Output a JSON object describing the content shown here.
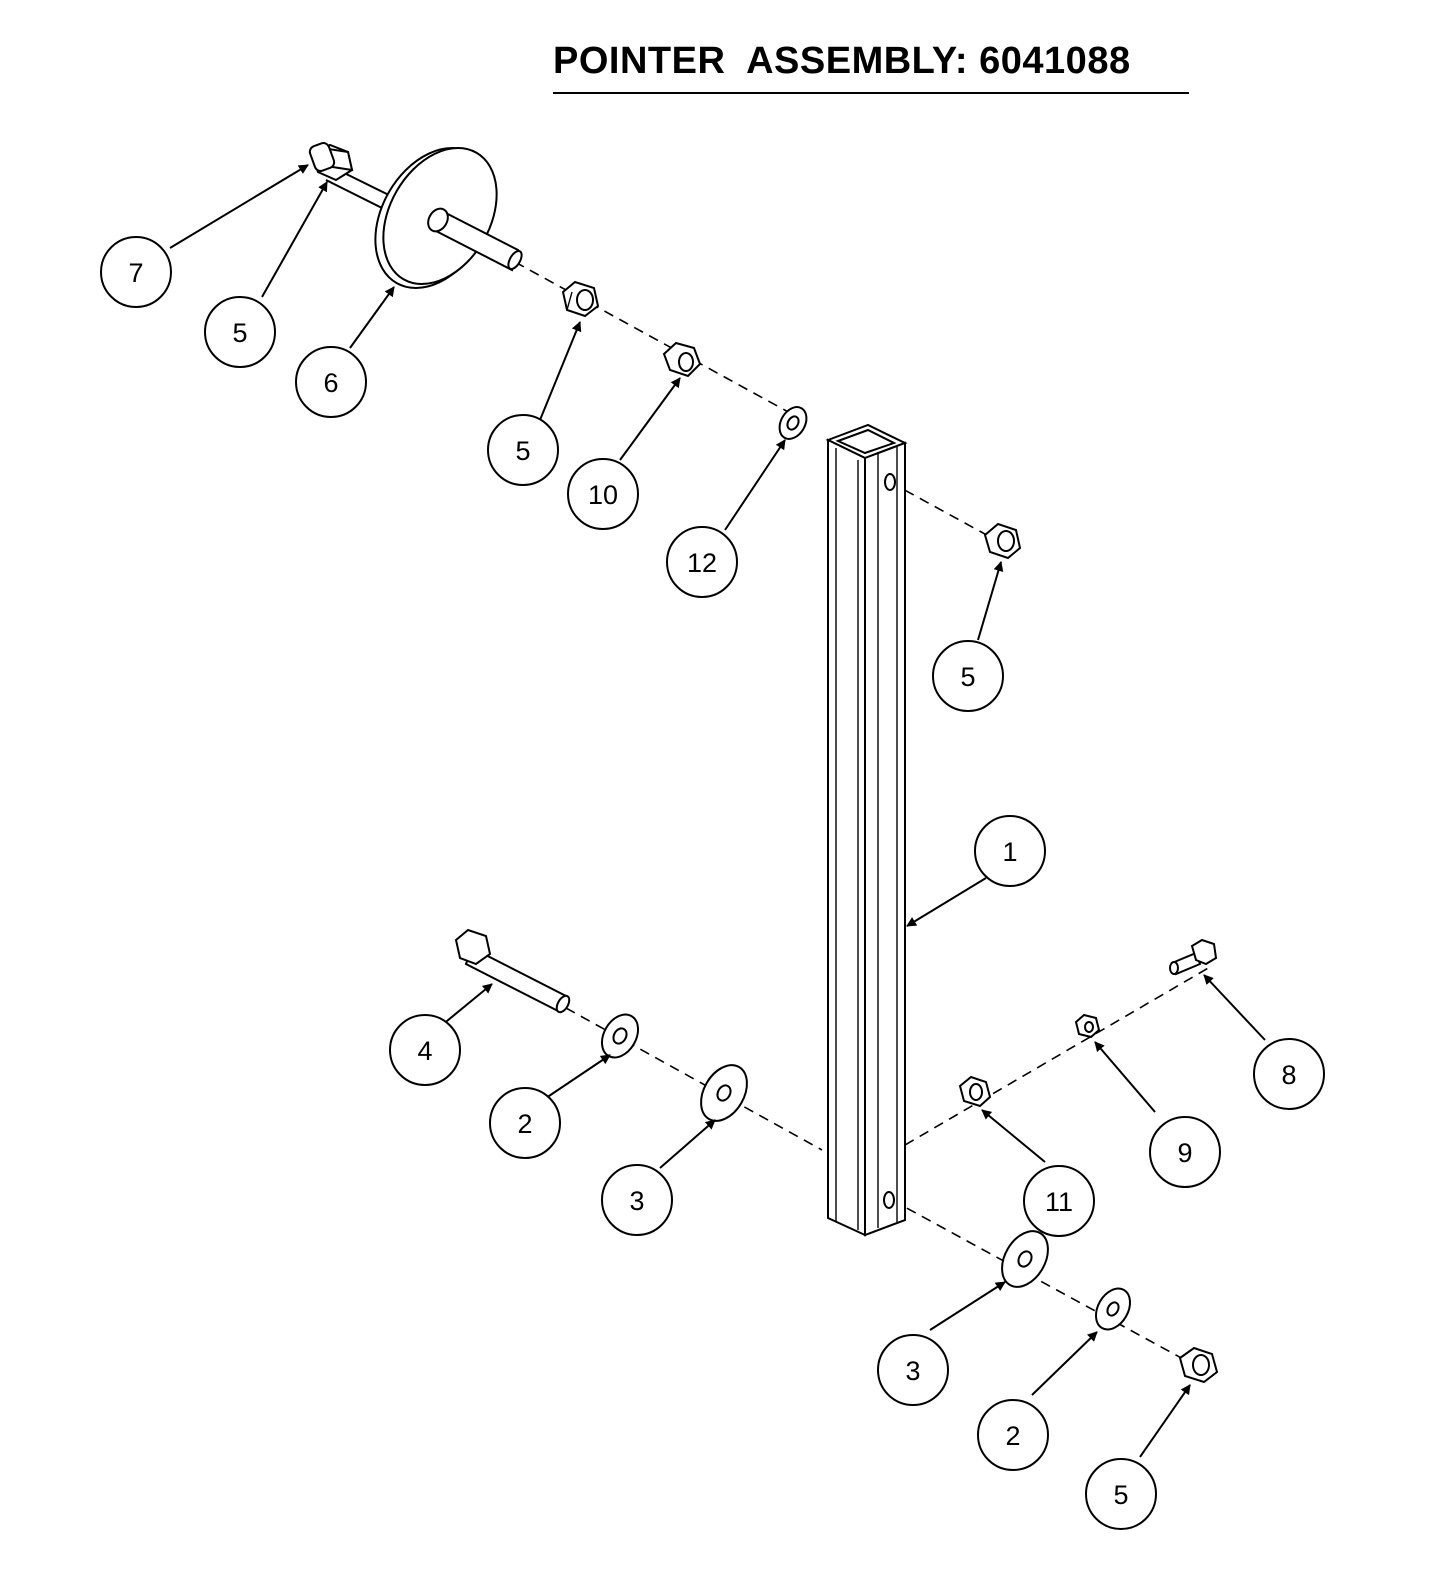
{
  "title": "POINTER  ASSEMBLY: 6041088",
  "callouts": [
    {
      "id": "c-7a",
      "label": "7"
    },
    {
      "id": "c-5a",
      "label": "5"
    },
    {
      "id": "c-6",
      "label": "6"
    },
    {
      "id": "c-5b",
      "label": "5"
    },
    {
      "id": "c-10",
      "label": "10"
    },
    {
      "id": "c-12",
      "label": "12"
    },
    {
      "id": "c-5c",
      "label": "5"
    },
    {
      "id": "c-1",
      "label": "1"
    },
    {
      "id": "c-4",
      "label": "4"
    },
    {
      "id": "c-2a",
      "label": "2"
    },
    {
      "id": "c-3a",
      "label": "3"
    },
    {
      "id": "c-8",
      "label": "8"
    },
    {
      "id": "c-9",
      "label": "9"
    },
    {
      "id": "c-11",
      "label": "11"
    },
    {
      "id": "c-3b",
      "label": "3"
    },
    {
      "id": "c-2b",
      "label": "2"
    },
    {
      "id": "c-5d",
      "label": "5"
    }
  ],
  "parts": [
    "square-tube",
    "pointer-disc-shaft",
    "hex-nut",
    "washer",
    "hex-bolt",
    "small-bolt",
    "small-nut",
    "lock-nut"
  ]
}
